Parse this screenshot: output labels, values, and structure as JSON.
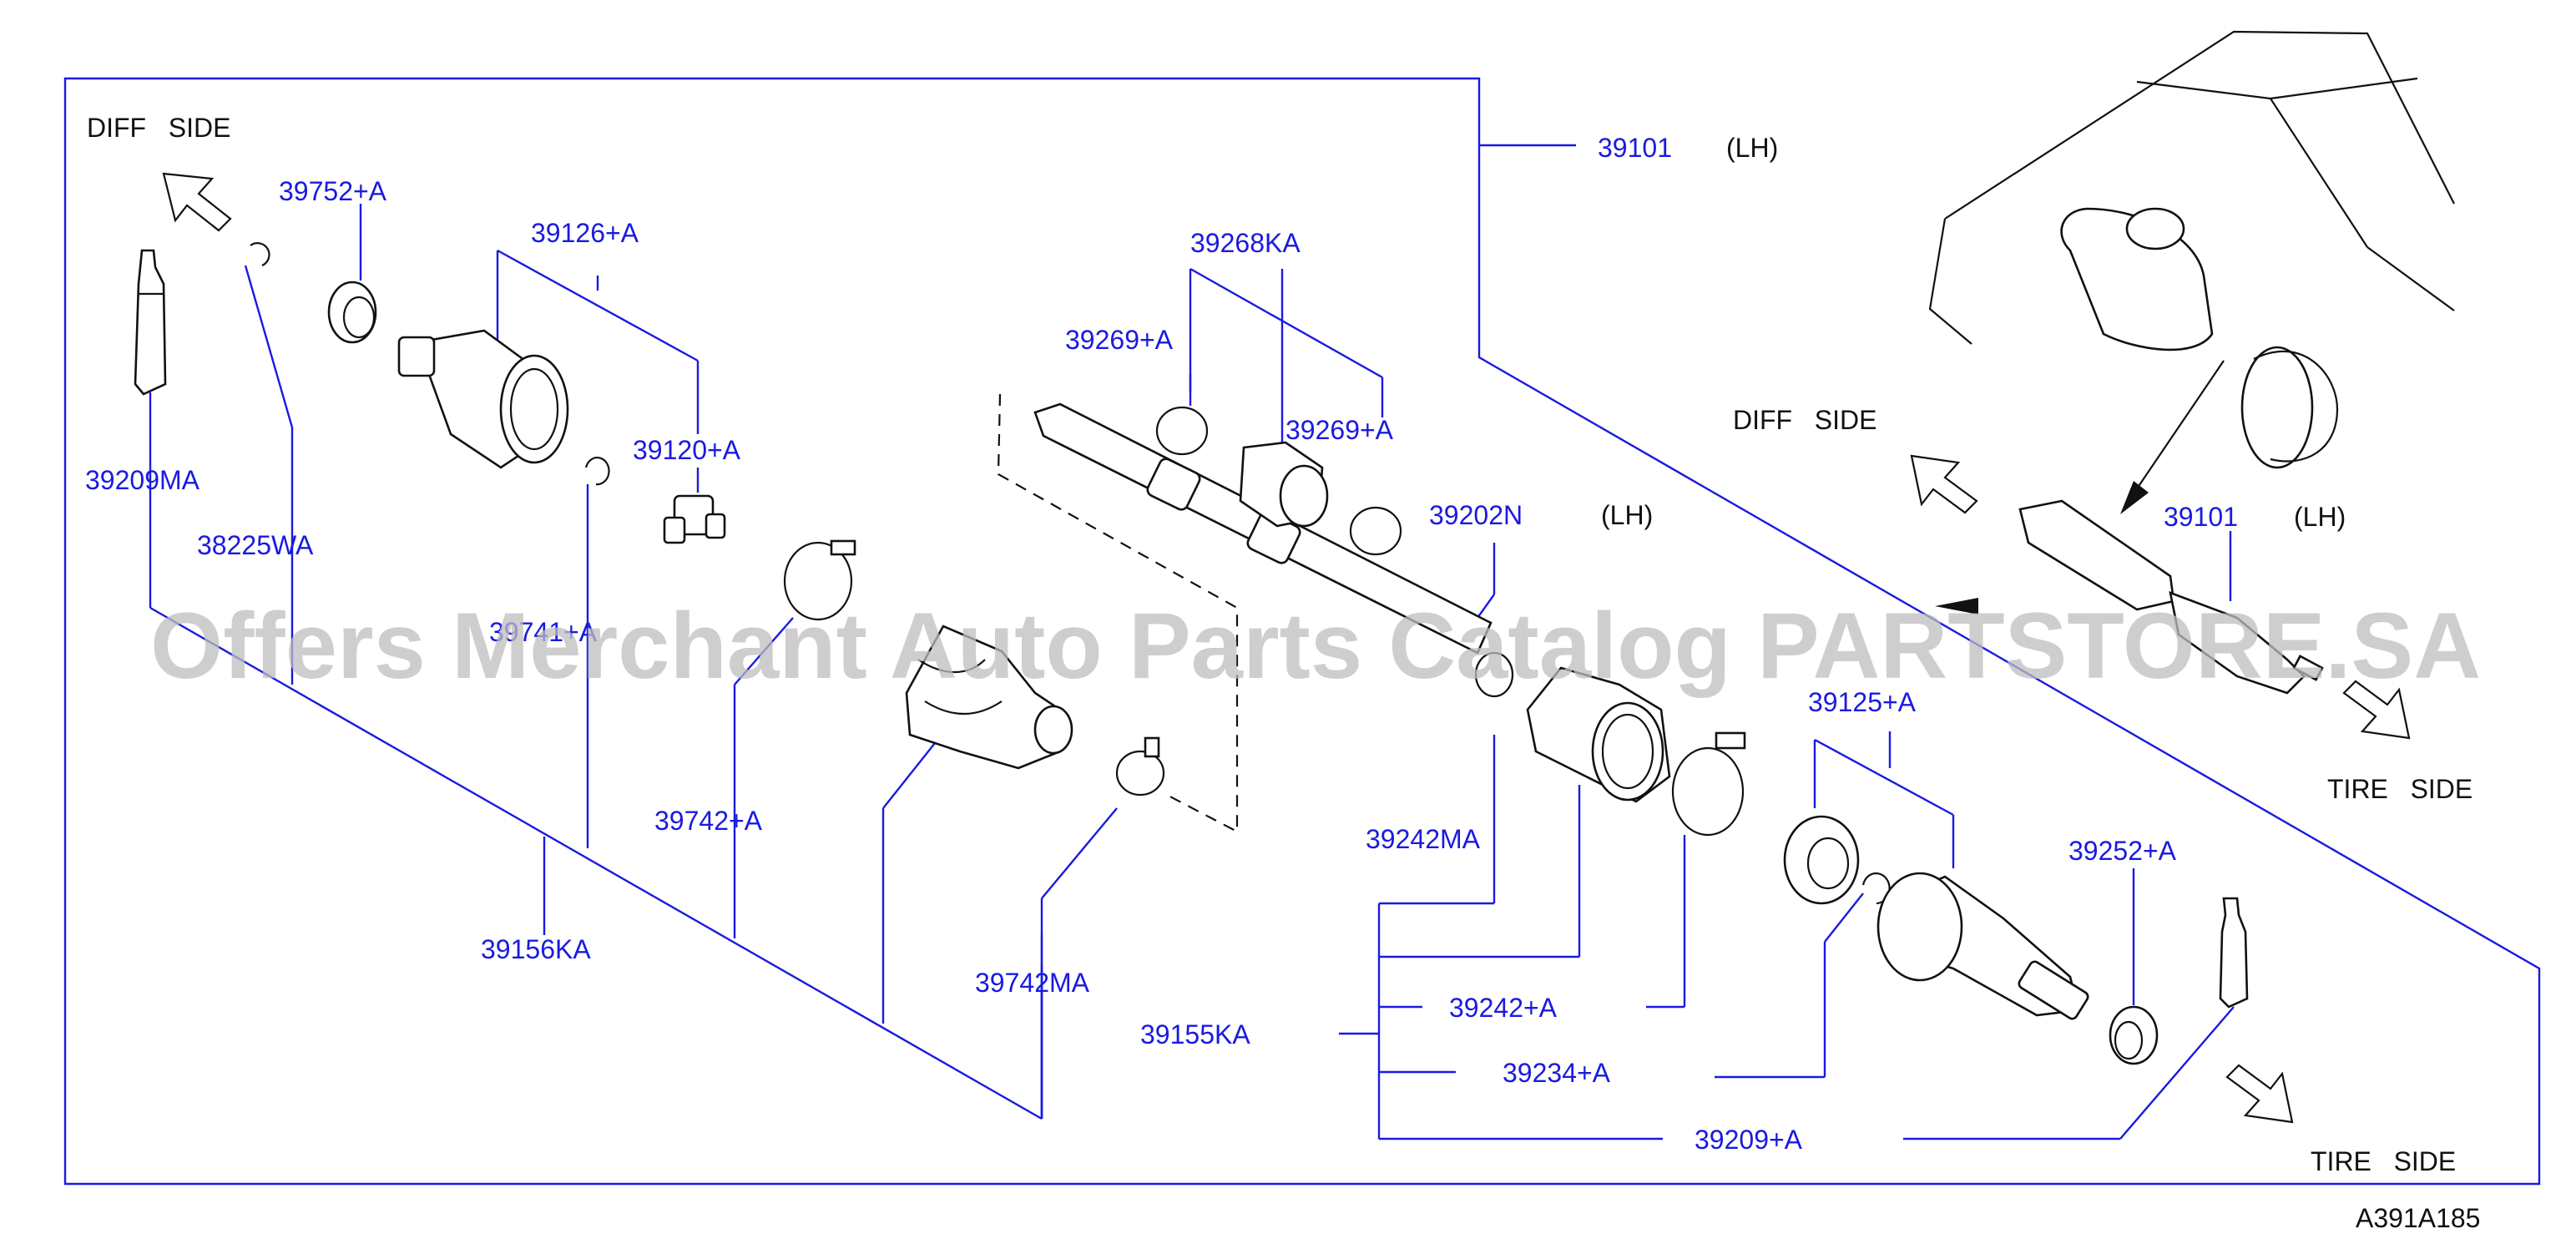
{
  "labels": {
    "diff_side_top": "DIFF   SIDE",
    "diff_side_inset": "DIFF   SIDE",
    "tire_side_inset": "TIRE   SIDE",
    "tire_side_bottom": "TIRE   SIDE",
    "lh_main": "(LH)",
    "lh_center": "(LH)",
    "lh_inset": "(LH)",
    "diagram_code": "A391A185"
  },
  "watermark": "Offers Merchant Auto Parts Catalog PARTSTORE.SA",
  "parts": {
    "p39101_main": "39101",
    "p39101_inset": "39101",
    "p39752A": "39752+A",
    "p39126A": "39126+A",
    "p39268KA": "39268KA",
    "p39269A_1": "39269+A",
    "p39269A_2": "39269+A",
    "p39120A": "39120+A",
    "p39209MA": "39209MA",
    "p38225WA": "38225WA",
    "p39202N": "39202N",
    "p39741A": "39741+A",
    "p39742A": "39742+A",
    "p39156KA": "39156KA",
    "p39742MA": "39742MA",
    "p39242MA": "39242MA",
    "p39125A": "39125+A",
    "p39252A": "39252+A",
    "p39242A": "39242+A",
    "p39155KA": "39155KA",
    "p39234A": "39234+A",
    "p39209A": "39209+A"
  }
}
